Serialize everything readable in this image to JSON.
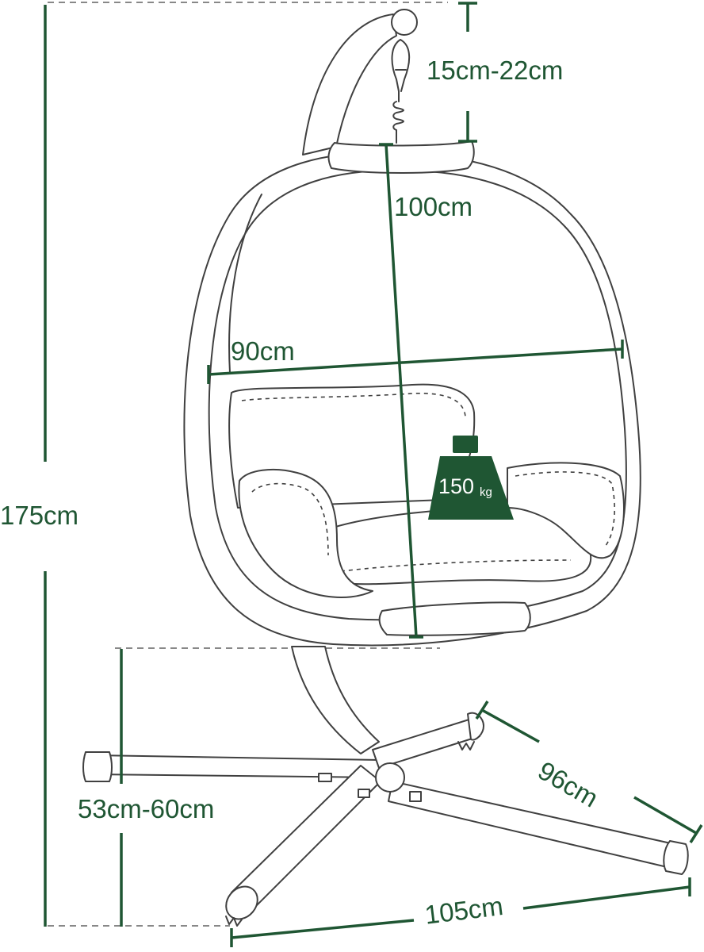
{
  "colors": {
    "dimension": "#1f5633",
    "outline": "#404040",
    "background": "#ffffff",
    "weight_fill": "#1f5633",
    "weight_text": "#ffffff"
  },
  "dimensions": {
    "total_height": "175cm",
    "hanger_length": "15cm-22cm",
    "egg_height": "100cm",
    "egg_width": "90cm",
    "seat_height": "53cm-60cm",
    "base_depth": "96cm",
    "base_width": "105cm"
  },
  "weight": {
    "value": "150",
    "unit": "kg"
  }
}
